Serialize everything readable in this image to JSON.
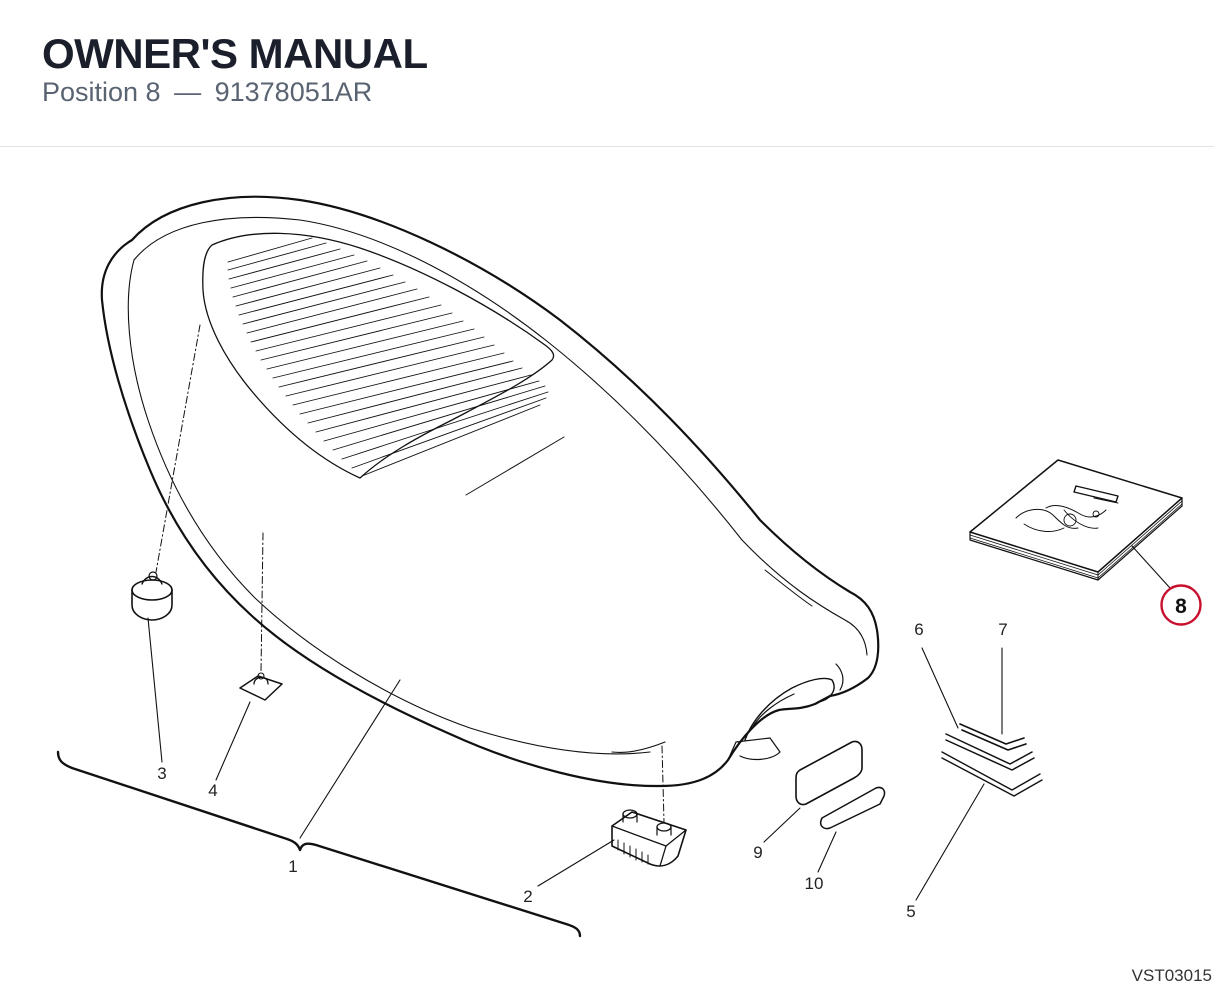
{
  "header": {
    "title": "OWNER'S MANUAL",
    "position_label": "Position 8",
    "separator": "—",
    "part_number": "91378051AR"
  },
  "diagram": {
    "highlight_color": "#c8102e",
    "line_color": "#111111",
    "highlighted_callout": "8",
    "callouts": [
      "1",
      "2",
      "3",
      "4",
      "5",
      "6",
      "7",
      "8",
      "9",
      "10"
    ],
    "drawing_code": "VST03015"
  }
}
